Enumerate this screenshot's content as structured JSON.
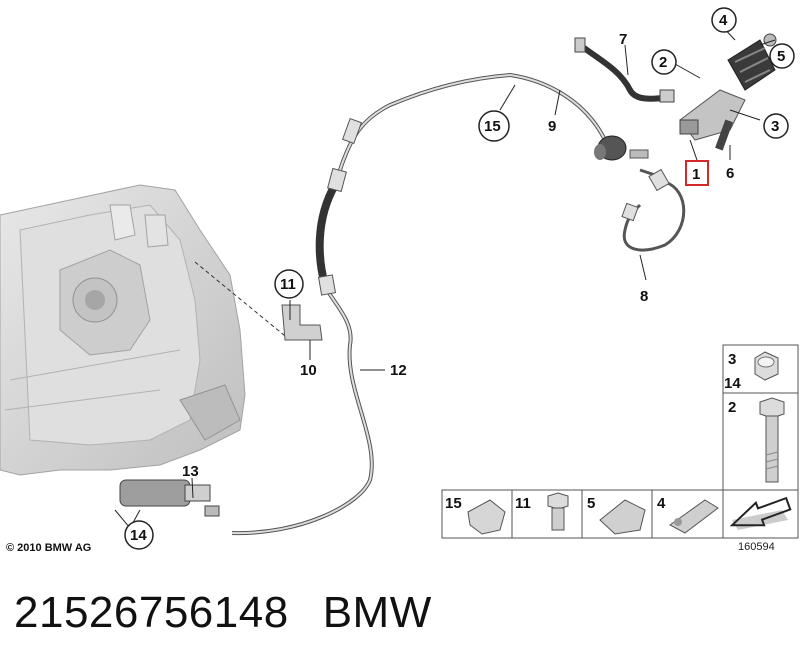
{
  "diagram": {
    "callouts": {
      "c1": "1",
      "c2": "2",
      "c3": "3",
      "c4": "4",
      "c5": "5",
      "c6": "6",
      "c7": "7",
      "c8": "8",
      "c9": "9",
      "c10": "10",
      "c11": "11",
      "c12": "12",
      "c13": "13",
      "c14": "14",
      "c15": "15"
    },
    "legend": {
      "p3": "3",
      "p14": "14",
      "p2": "2",
      "p15": "15",
      "p11": "11",
      "p5": "5",
      "p4": "4"
    },
    "copyright": "© 2010 BMW AG",
    "diagram_number": "160594"
  },
  "caption": {
    "part_number": "21526756148",
    "brand": "BMW"
  },
  "colors": {
    "highlight_box": "#d62828",
    "line": "#333333",
    "part_gray": "#cfcfcf"
  }
}
